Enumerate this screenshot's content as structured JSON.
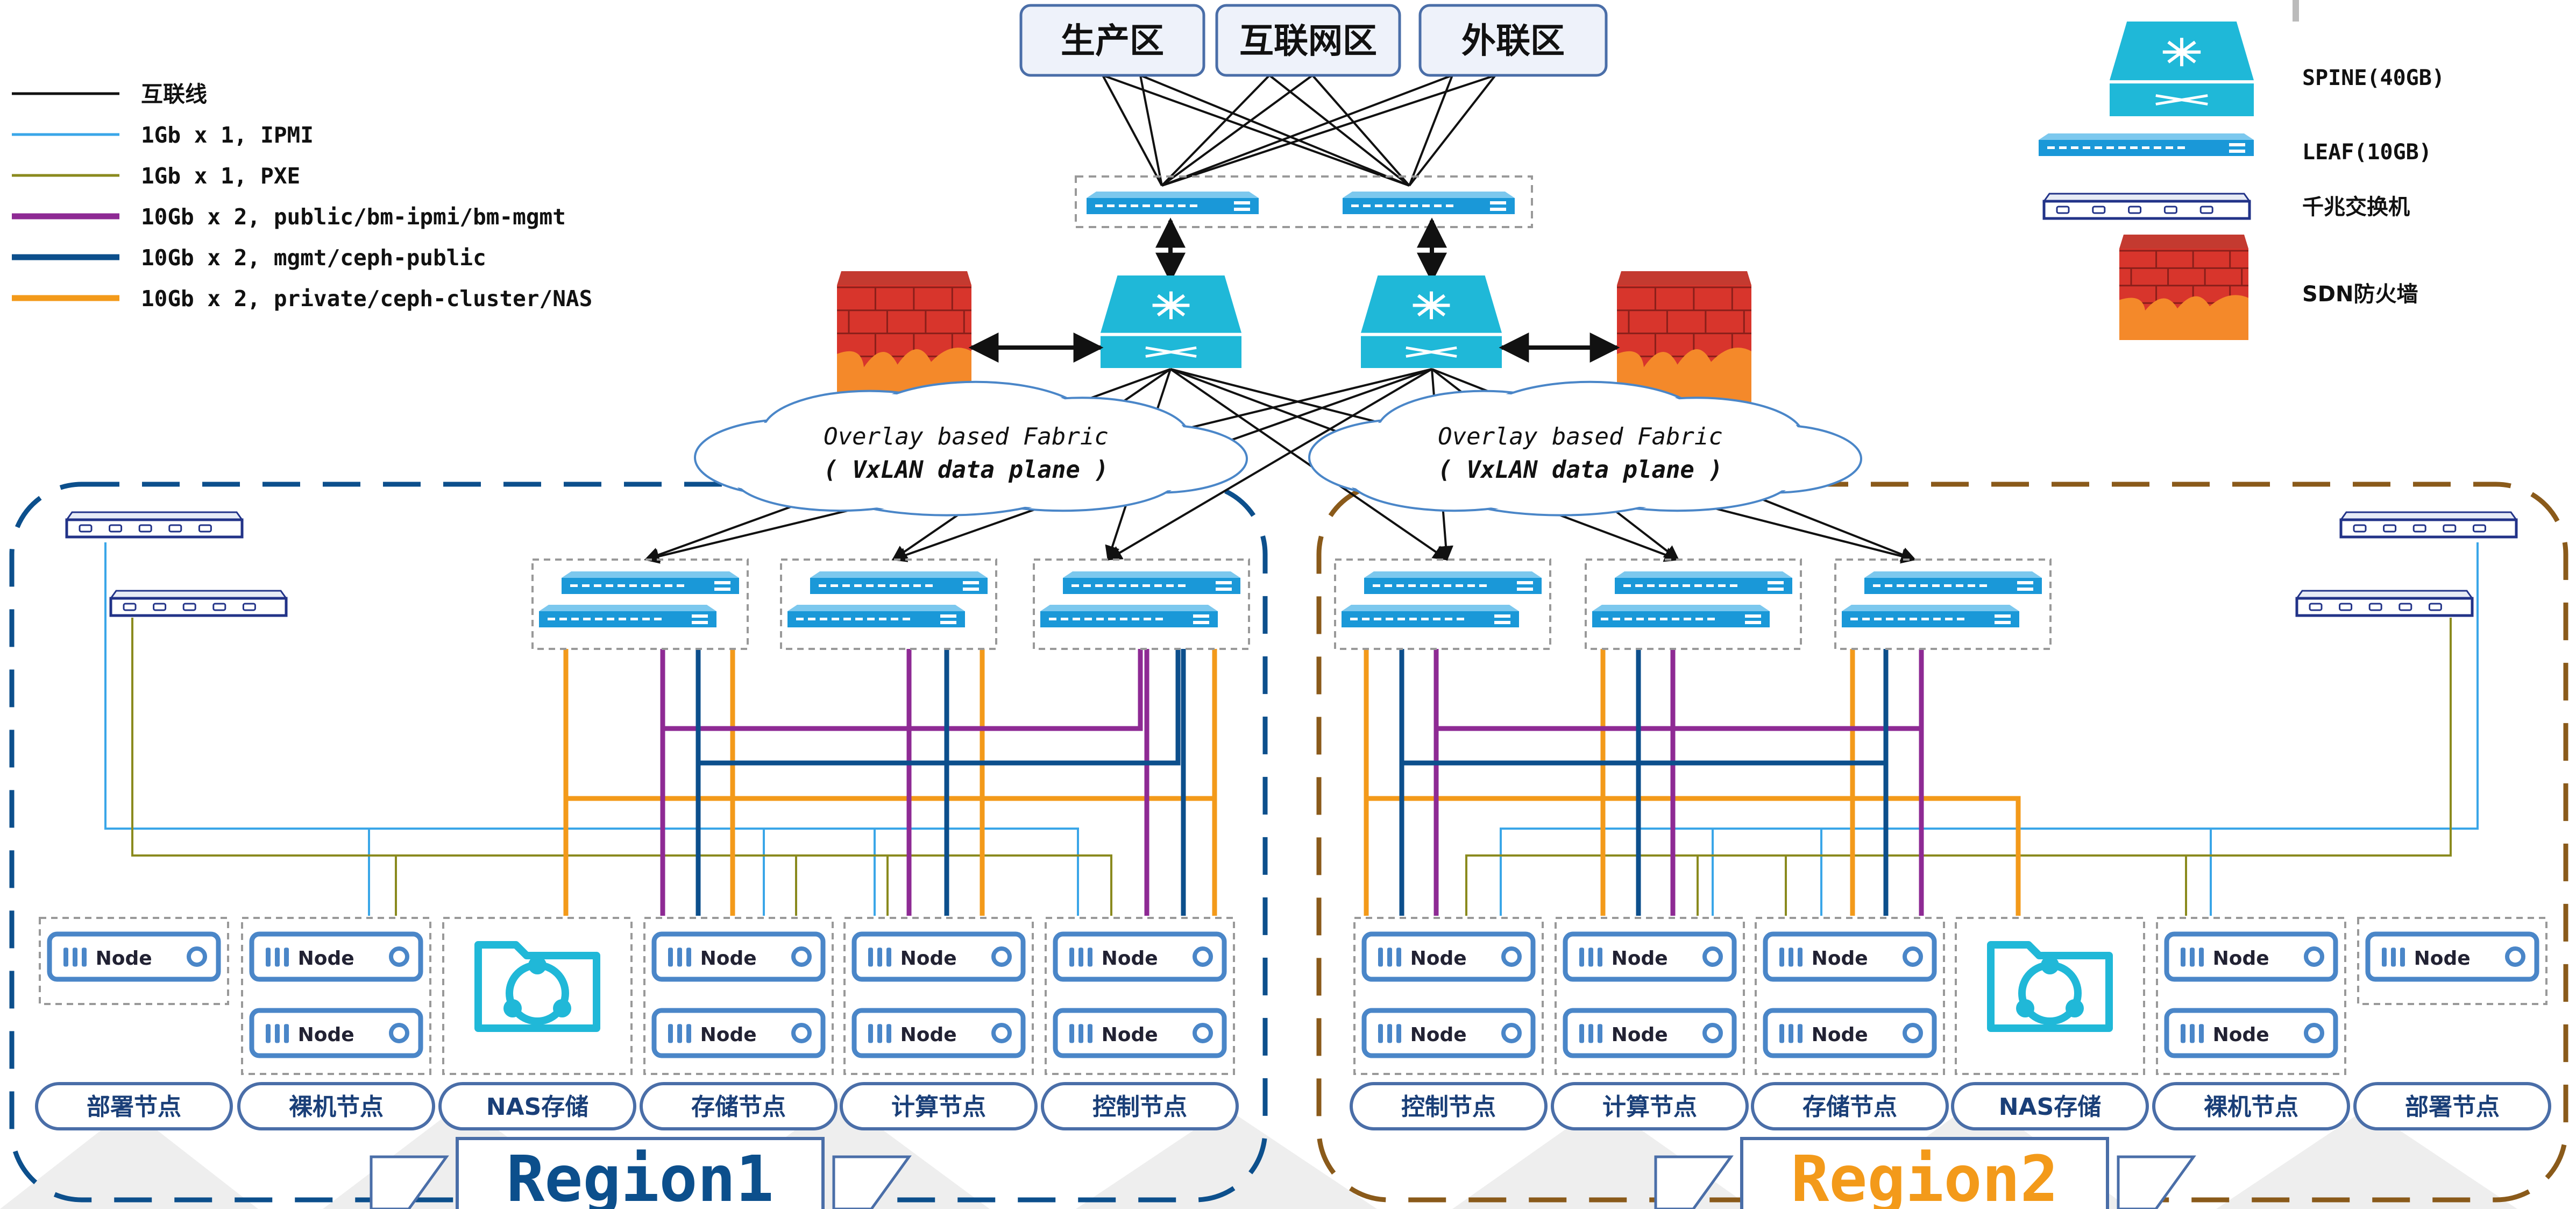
{
  "legend": [
    {
      "label": "互联线",
      "color": "#111111"
    },
    {
      "label": "1Gb x 1, IPMI",
      "color": "#3aa6e8"
    },
    {
      "label": "1Gb x 1, PXE",
      "color": "#8a8a1e"
    },
    {
      "label": "10Gb x 2, public/bm-ipmi/bm-mgmt",
      "color": "#8e2a94"
    },
    {
      "label": "10Gb x 2, mgmt/ceph-public",
      "color": "#0c4f8c"
    },
    {
      "label": "10Gb x 2, private/ceph-cluster/NAS",
      "color": "#f39a1a"
    }
  ],
  "device_legend": [
    {
      "label": "SPINE(40GB)",
      "icon": "spine-switch-icon"
    },
    {
      "label": "LEAF(10GB)",
      "icon": "leaf-switch-icon"
    },
    {
      "label": "千兆交换机",
      "icon": "gigabit-switch-icon"
    },
    {
      "label": "SDN防火墙",
      "icon": "firewall-icon"
    }
  ],
  "zones": [
    "生产区",
    "互联网区",
    "外联区"
  ],
  "fabric": {
    "line1": "Overlay based Fabric",
    "line2": "( VxLAN data plane )"
  },
  "node_label": "Node",
  "region1": {
    "title": "Region1",
    "groups": [
      "部署节点",
      "裸机节点",
      "NAS存储",
      "存储节点",
      "计算节点",
      "控制节点"
    ]
  },
  "region2": {
    "title": "Region2",
    "groups": [
      "控制节点",
      "计算节点",
      "存储节点",
      "NAS存储",
      "裸机节点",
      "部署节点"
    ]
  },
  "colors": {
    "region1_border": "#0c4f8c",
    "region2_border": "#8a5a1a",
    "switch_blue": "#1a98d8",
    "spine_cyan": "#1fb8d8",
    "node_blue": "#4a86c8",
    "group_border": "#999999"
  }
}
